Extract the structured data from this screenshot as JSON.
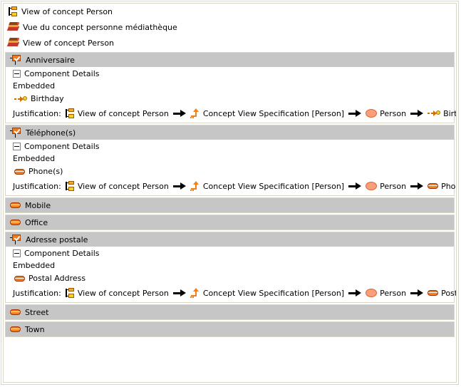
{
  "colors": {
    "panel_border": "#d9d7c3",
    "header_band": "#c6c6c6",
    "accent_orange": "#f08020",
    "ellipse_fill": "#f9a07a",
    "background": "#ffffff"
  },
  "top_rows": [
    {
      "icon": "view-of-concept-icon",
      "label": "View of concept Person"
    },
    {
      "icon": "diagram-icon",
      "label": "Vue du concept personne médiathèque"
    },
    {
      "icon": "diagram-icon",
      "label": "View of concept Person"
    }
  ],
  "labels": {
    "component_details": "Component Details",
    "embedded": "Embedded",
    "justification": "Justification:"
  },
  "sections": [
    {
      "title": "Anniversaire",
      "icon": "property-icon",
      "details_label": "Component Details",
      "embedded_label": "Embedded",
      "attribute": {
        "icon": "interface-icon",
        "label": "Birthday"
      },
      "justification_label": "Justification:",
      "chain": [
        {
          "icon": "view-of-concept-icon",
          "label": "View of concept Person"
        },
        {
          "icon": "concept-view-specification-icon",
          "label": "Concept View Specification [Person]"
        },
        {
          "icon": "classifier-ellipse-icon",
          "label": "Person"
        },
        {
          "icon": "interface-icon",
          "label": "Birthday"
        }
      ],
      "sub_rows": []
    },
    {
      "title": "Téléphone(s)",
      "icon": "property-icon",
      "details_label": "Component Details",
      "embedded_label": "Embedded",
      "attribute": {
        "icon": "attribute-bar-icon",
        "label": "Phone(s)"
      },
      "justification_label": "Justification:",
      "chain": [
        {
          "icon": "view-of-concept-icon",
          "label": "View of concept Person"
        },
        {
          "icon": "concept-view-specification-icon",
          "label": "Concept View Specification [Person]"
        },
        {
          "icon": "classifier-ellipse-icon",
          "label": "Person"
        },
        {
          "icon": "attribute-bar-icon",
          "label": "Phone(s)"
        }
      ],
      "sub_rows": [
        {
          "icon": "attribute-bar-icon",
          "label": "Mobile"
        },
        {
          "icon": "attribute-bar-icon",
          "label": "Office"
        }
      ]
    },
    {
      "title": "Adresse postale",
      "icon": "property-icon",
      "details_label": "Component Details",
      "embedded_label": "Embedded",
      "attribute": {
        "icon": "attribute-bar-icon",
        "label": "Postal Address"
      },
      "justification_label": "Justification:",
      "chain": [
        {
          "icon": "view-of-concept-icon",
          "label": "View of concept Person"
        },
        {
          "icon": "concept-view-specification-icon",
          "label": "Concept View Specification [Person]"
        },
        {
          "icon": "classifier-ellipse-icon",
          "label": "Person"
        },
        {
          "icon": "attribute-bar-icon",
          "label": "Postal Address"
        }
      ],
      "sub_rows": [
        {
          "icon": "attribute-bar-icon",
          "label": "Street"
        },
        {
          "icon": "attribute-bar-icon",
          "label": "Town"
        }
      ]
    }
  ]
}
